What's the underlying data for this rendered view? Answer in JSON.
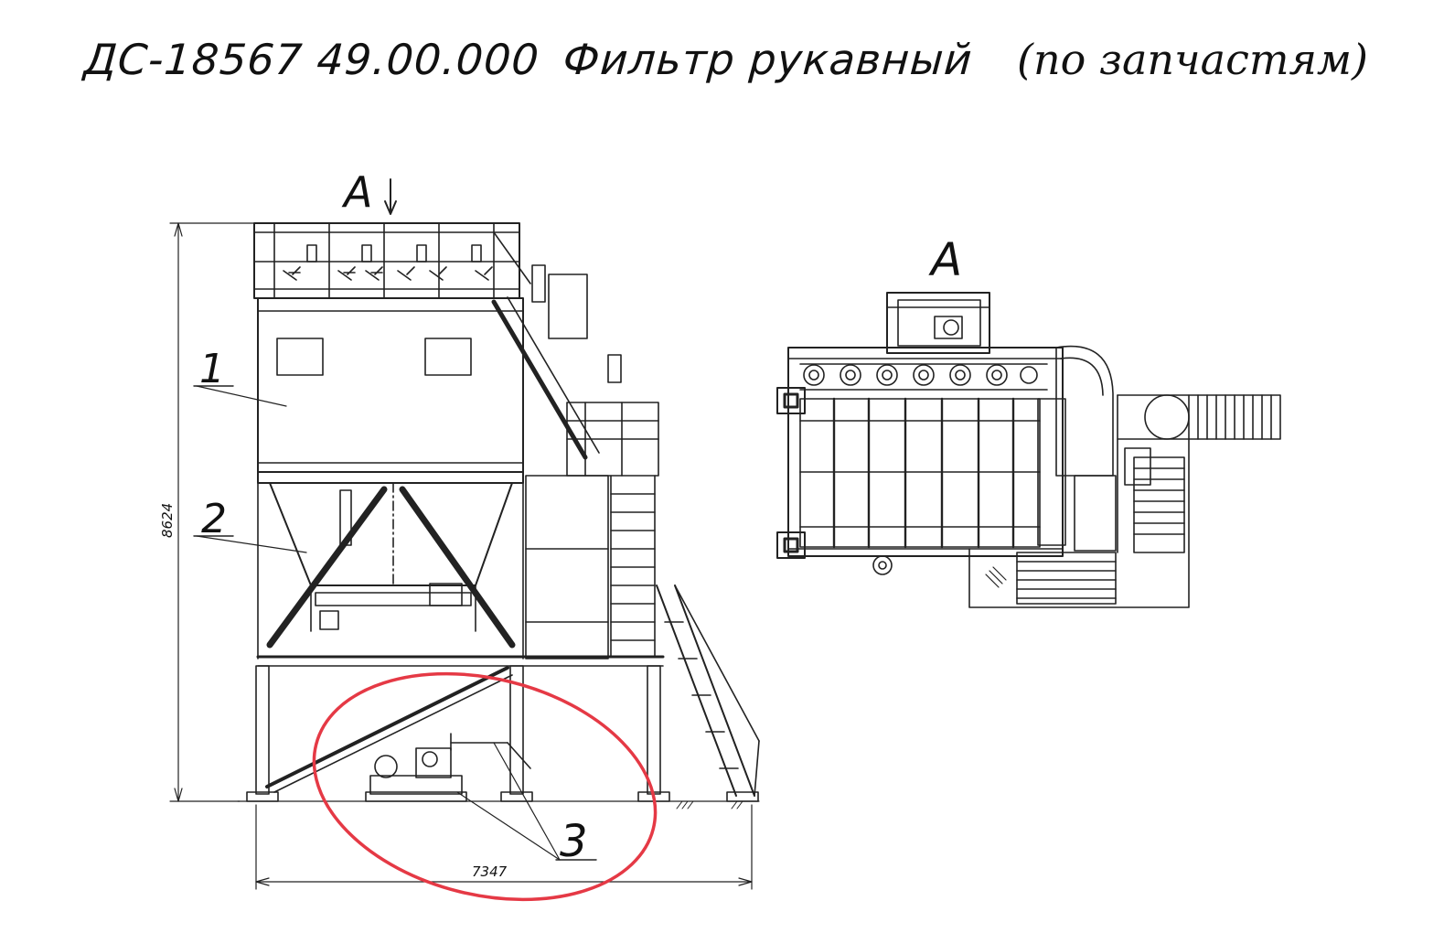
{
  "title": {
    "code": "ДС-18567  49.00.000",
    "name": "Фильтр   рукавный",
    "note": "(по запчастям)"
  },
  "view_marker": "А",
  "plan_view_label": "А",
  "callouts": [
    "1",
    "2",
    "3"
  ],
  "dimensions": {
    "height": "8624",
    "width": "7347"
  },
  "highlight_color": "#e53945"
}
